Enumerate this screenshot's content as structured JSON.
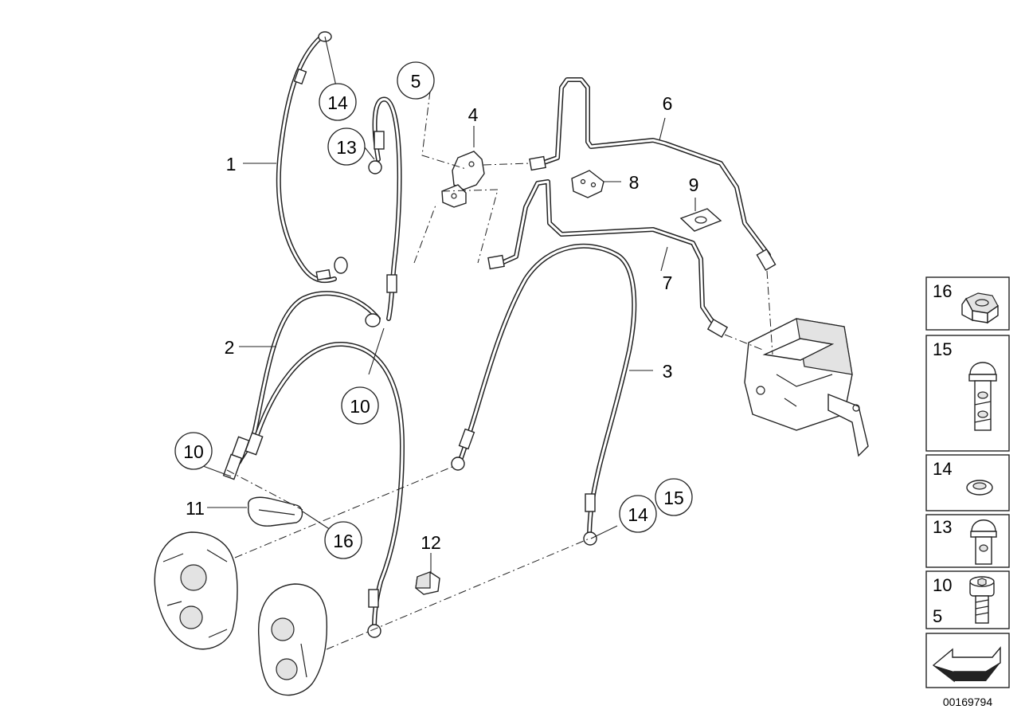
{
  "diagram": {
    "callouts": [
      {
        "id": "c1",
        "label": "1"
      },
      {
        "id": "c2",
        "label": "2"
      },
      {
        "id": "c3",
        "label": "3"
      },
      {
        "id": "c4",
        "label": "4"
      },
      {
        "id": "c5",
        "label": "5"
      },
      {
        "id": "c6",
        "label": "6"
      },
      {
        "id": "c7",
        "label": "7"
      },
      {
        "id": "c8",
        "label": "8"
      },
      {
        "id": "c9",
        "label": "9"
      },
      {
        "id": "c10a",
        "label": "10"
      },
      {
        "id": "c10b",
        "label": "10"
      },
      {
        "id": "c11",
        "label": "11"
      },
      {
        "id": "c12",
        "label": "12"
      },
      {
        "id": "c13",
        "label": "13"
      },
      {
        "id": "c14a",
        "label": "14"
      },
      {
        "id": "c14b",
        "label": "14"
      },
      {
        "id": "c15",
        "label": "15"
      },
      {
        "id": "c16",
        "label": "16"
      }
    ],
    "parts_panel": [
      {
        "id": "p16",
        "label": "16",
        "icon": "hex-nut-icon"
      },
      {
        "id": "p15",
        "label": "15",
        "icon": "hollow-bolt-icon"
      },
      {
        "id": "p14",
        "label": "14",
        "icon": "sealing-ring-icon"
      },
      {
        "id": "p13",
        "label": "13",
        "icon": "hollow-bolt-short-icon"
      },
      {
        "id": "p10",
        "label": "10",
        "label2": "5",
        "icon": "socket-screw-icon"
      },
      {
        "id": "parrow",
        "icon": "direction-arrow-icon"
      }
    ],
    "document_number": "00169794"
  }
}
